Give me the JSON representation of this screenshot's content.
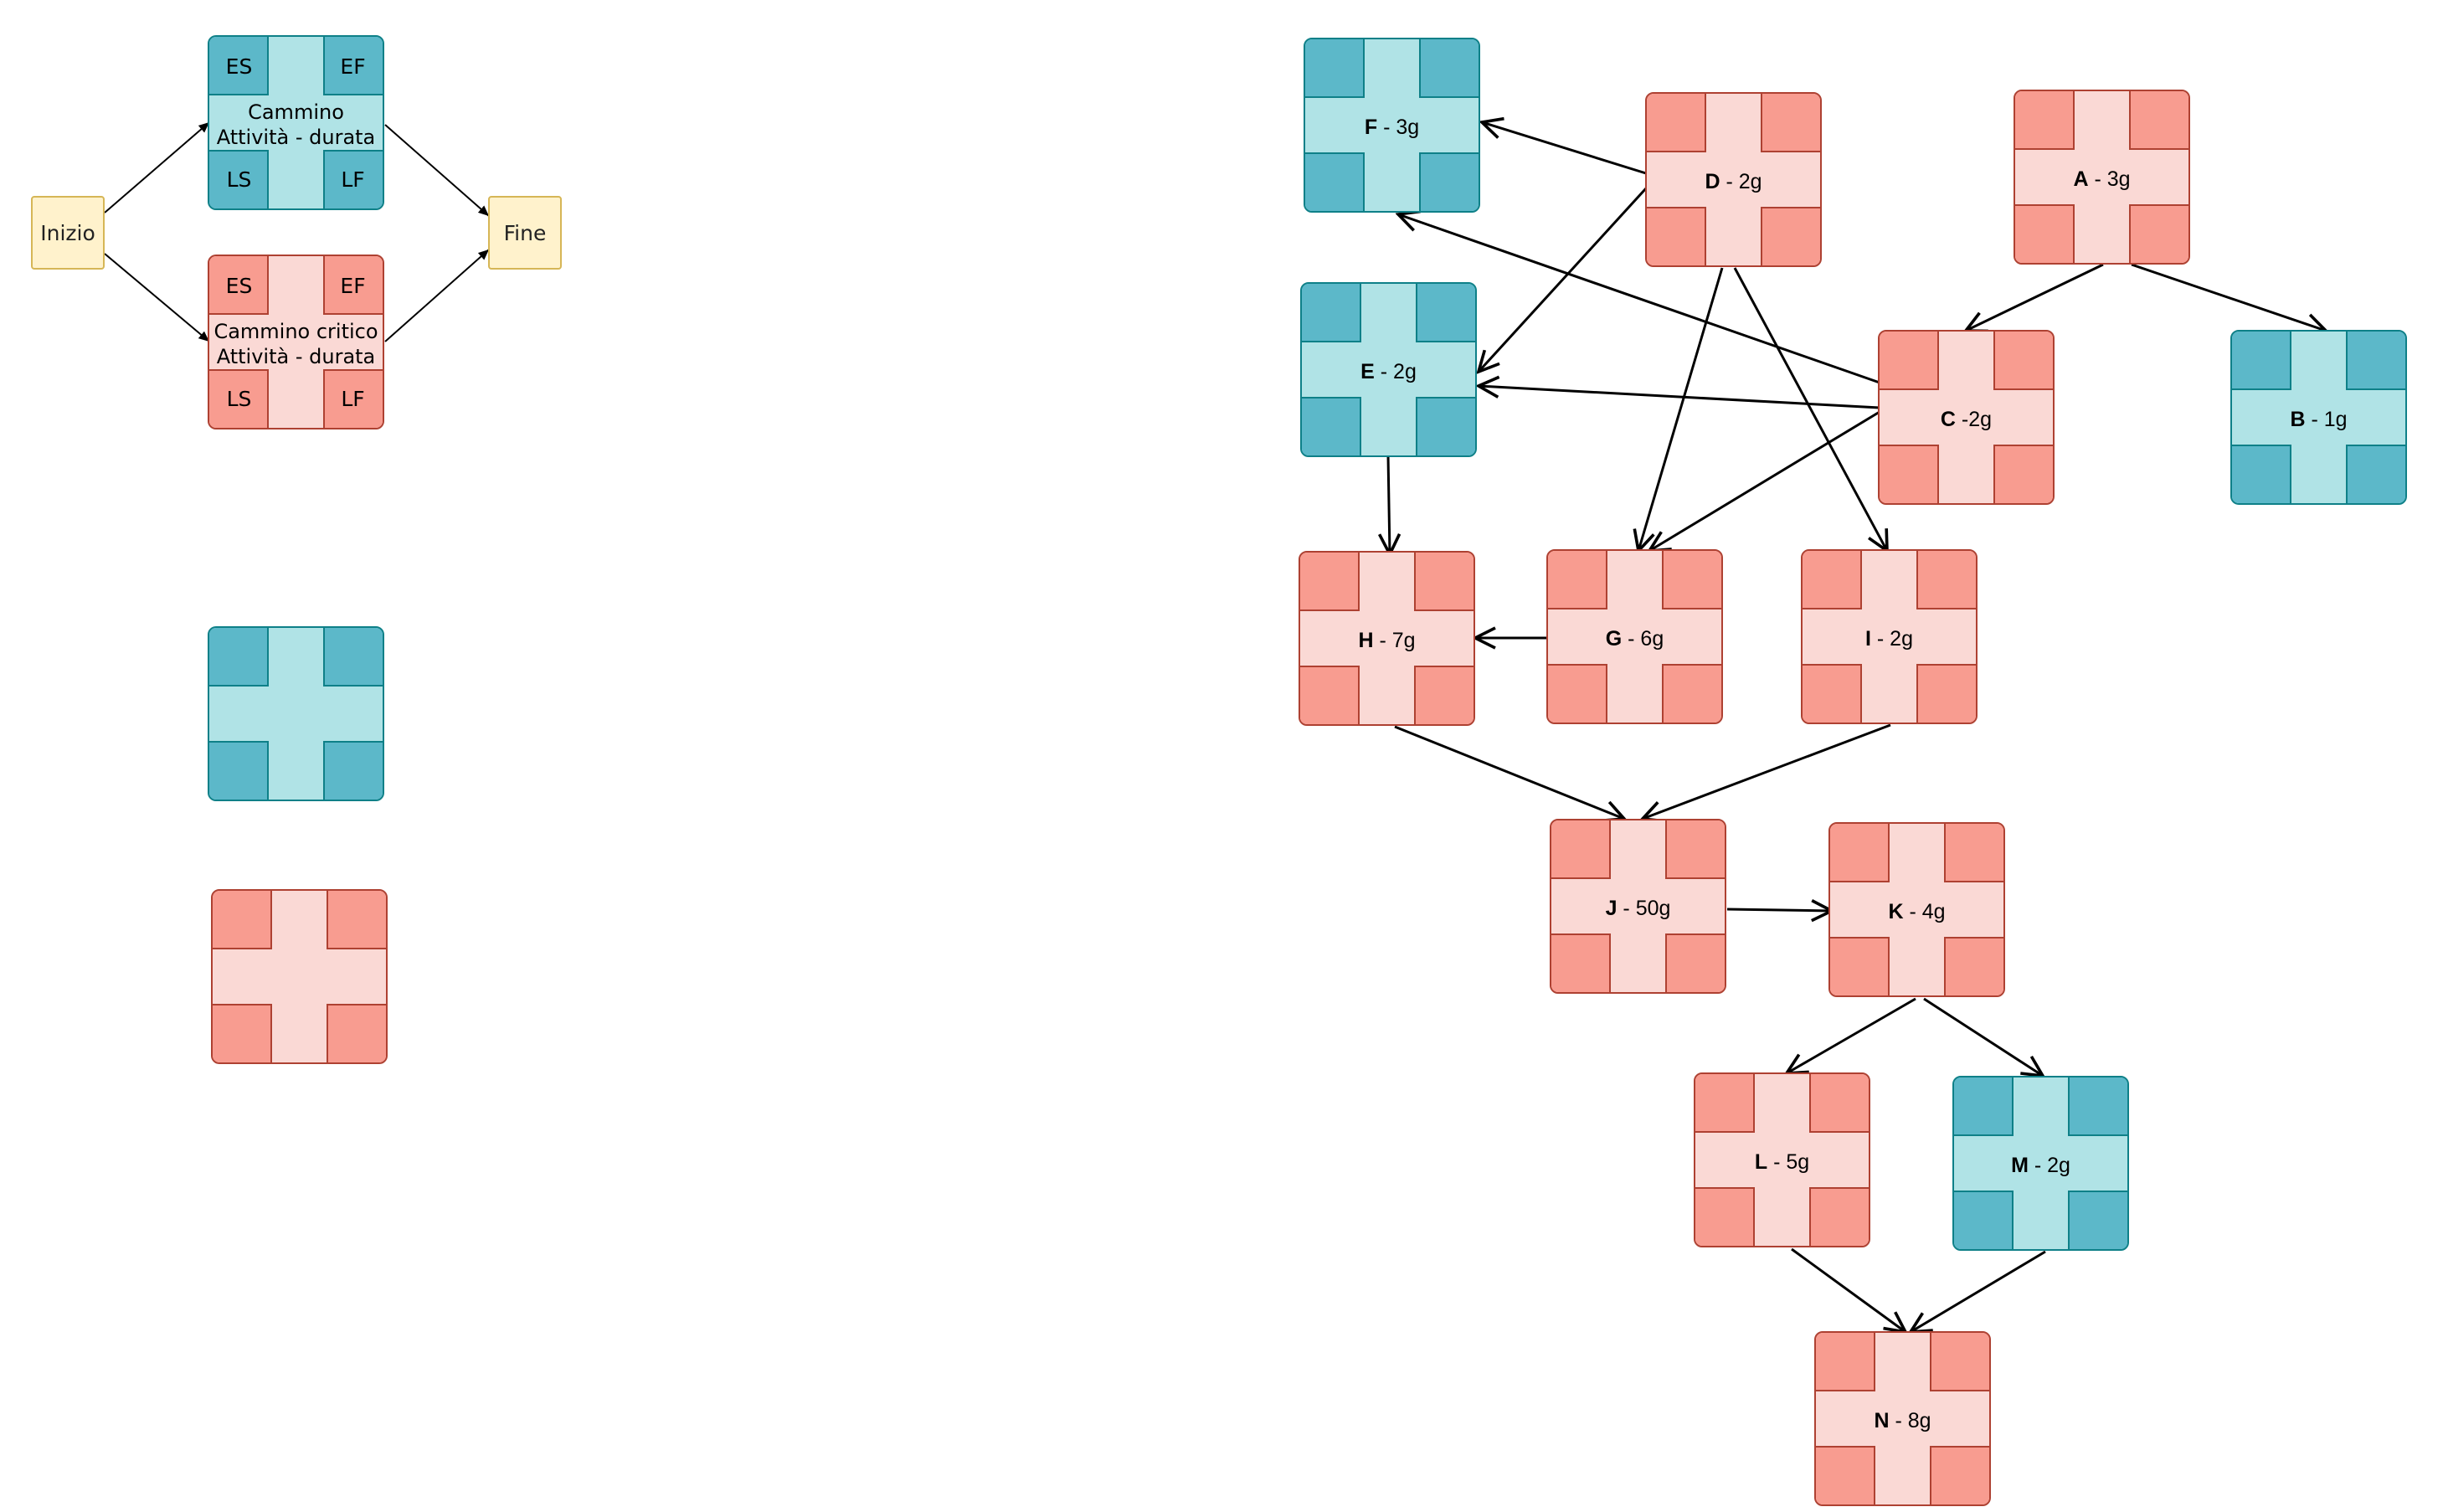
{
  "legend": {
    "start": "Inizio",
    "end": "Fine",
    "normal_box": {
      "es": "ES",
      "ef": "EF",
      "ls": "LS",
      "lf": "LF",
      "title": "Cammino",
      "subtitle": "Attività - durata"
    },
    "critical_box": {
      "es": "ES",
      "ef": "EF",
      "ls": "LS",
      "lf": "LF",
      "title": "Cammino critico",
      "subtitle": "Attività - durata"
    }
  },
  "tasks": {
    "F": {
      "letter": "F",
      "duration": " - 3g",
      "critical": false
    },
    "D": {
      "letter": "D",
      "duration": " - 2g",
      "critical": true
    },
    "A": {
      "letter": "A",
      "duration": " - 3g",
      "critical": true
    },
    "E": {
      "letter": "E",
      "duration": " - 2g",
      "critical": false
    },
    "C": {
      "letter": "C",
      "duration": " -2g",
      "critical": true
    },
    "B": {
      "letter": "B",
      "duration": " - 1g",
      "critical": false
    },
    "H": {
      "letter": "H",
      "duration": " - 7g",
      "critical": true
    },
    "G": {
      "letter": "G",
      "duration": " - 6g",
      "critical": true
    },
    "I": {
      "letter": "I",
      "duration": " - 2g",
      "critical": true
    },
    "J": {
      "letter": "J",
      "duration": " - 50g",
      "critical": true
    },
    "K": {
      "letter": "K",
      "duration": " - 4g",
      "critical": true
    },
    "L": {
      "letter": "L",
      "duration": " - 5g",
      "critical": true
    },
    "M": {
      "letter": "M",
      "duration": " - 2g",
      "critical": false
    },
    "N": {
      "letter": "N",
      "duration": " - 8g",
      "critical": true
    }
  },
  "dependencies": [
    [
      "D",
      "F"
    ],
    [
      "C",
      "F"
    ],
    [
      "D",
      "E"
    ],
    [
      "C",
      "E"
    ],
    [
      "D",
      "G"
    ],
    [
      "D",
      "I"
    ],
    [
      "A",
      "C"
    ],
    [
      "A",
      "B"
    ],
    [
      "C",
      "G"
    ],
    [
      "E",
      "H"
    ],
    [
      "G",
      "H"
    ],
    [
      "H",
      "J"
    ],
    [
      "I",
      "J"
    ],
    [
      "J",
      "K"
    ],
    [
      "K",
      "L"
    ],
    [
      "K",
      "M"
    ],
    [
      "L",
      "N"
    ],
    [
      "M",
      "N"
    ]
  ],
  "colors": {
    "normal_fill": "#b0e3e6",
    "normal_corner": "#5cb8c9",
    "normal_stroke": "#0e8088",
    "critical_fill": "#fad9d5",
    "critical_corner": "#f89c90",
    "critical_stroke": "#ae4132",
    "endpoint_fill": "#fff2cc",
    "endpoint_stroke": "#d6b656",
    "edge": "#000000"
  }
}
